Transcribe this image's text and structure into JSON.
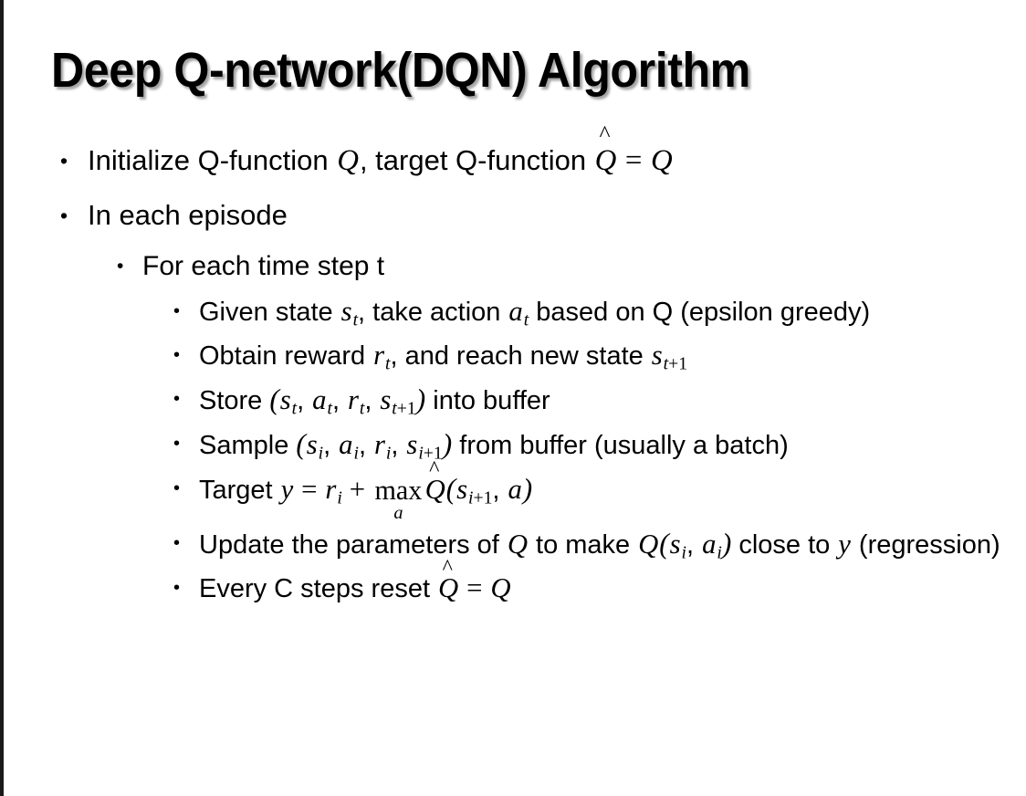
{
  "slide": {
    "title": "Deep Q-network(DQN) Algorithm",
    "background_color": "#ffffff",
    "text_color": "#000000",
    "left_border_color": "#1a1a1a",
    "bullet_glyph": "•"
  },
  "bullets": [
    {
      "level": 1,
      "plain_text": "Initialize Q-function Q, target Q-function Q̂ = Q",
      "segments": [
        {
          "kind": "text",
          "value": "Initialize Q-function "
        },
        {
          "kind": "var",
          "value": "Q"
        },
        {
          "kind": "text",
          "value": ", target Q-function "
        },
        {
          "kind": "var-hat",
          "value": "Q"
        },
        {
          "kind": "op",
          "value": "="
        },
        {
          "kind": "var",
          "value": "Q"
        }
      ]
    },
    {
      "level": 1,
      "plain_text": "In each episode",
      "segments": [
        {
          "kind": "text",
          "value": "In each episode"
        }
      ]
    },
    {
      "level": 2,
      "plain_text": "For each time step t",
      "segments": [
        {
          "kind": "text",
          "value": "For each time step t"
        }
      ]
    },
    {
      "level": 3,
      "plain_text": "Given state s_t, take action a_t based on Q (epsilon greedy)",
      "segments": [
        {
          "kind": "text",
          "value": "Given state "
        },
        {
          "kind": "var-sub",
          "value": "s",
          "sub": "t"
        },
        {
          "kind": "text",
          "value": ", take action "
        },
        {
          "kind": "var-sub",
          "value": "a",
          "sub": "t"
        },
        {
          "kind": "text",
          "value": " based on Q (epsilon greedy)"
        }
      ]
    },
    {
      "level": 3,
      "plain_text": "Obtain reward r_t, and reach new state s_t+1",
      "segments": [
        {
          "kind": "text",
          "value": "Obtain reward "
        },
        {
          "kind": "var-sub",
          "value": "r",
          "sub": "t"
        },
        {
          "kind": "text",
          "value": ", and reach new state "
        },
        {
          "kind": "var-sub",
          "value": "s",
          "sub": "t",
          "sub_tail": "+1"
        }
      ]
    },
    {
      "level": 3,
      "plain_text": "Store (s_t, a_t, r_t, s_t+1) into buffer",
      "segments": [
        {
          "kind": "text",
          "value": "Store "
        },
        {
          "kind": "paren",
          "value": "("
        },
        {
          "kind": "var-sub",
          "value": "s",
          "sub": "t"
        },
        {
          "kind": "text",
          "value": ", "
        },
        {
          "kind": "var-sub",
          "value": "a",
          "sub": "t"
        },
        {
          "kind": "text",
          "value": ", "
        },
        {
          "kind": "var-sub",
          "value": "r",
          "sub": "t"
        },
        {
          "kind": "text",
          "value": ", "
        },
        {
          "kind": "var-sub",
          "value": "s",
          "sub": "t",
          "sub_tail": "+1"
        },
        {
          "kind": "paren",
          "value": ")"
        },
        {
          "kind": "text",
          "value": " into buffer"
        }
      ]
    },
    {
      "level": 3,
      "plain_text": "Sample (s_i, a_i, r_i, s_i+1) from buffer (usually a batch)",
      "segments": [
        {
          "kind": "text",
          "value": "Sample "
        },
        {
          "kind": "paren",
          "value": "("
        },
        {
          "kind": "var-sub",
          "value": "s",
          "sub": "i"
        },
        {
          "kind": "text",
          "value": ", "
        },
        {
          "kind": "var-sub",
          "value": "a",
          "sub": "i"
        },
        {
          "kind": "text",
          "value": ", "
        },
        {
          "kind": "var-sub",
          "value": "r",
          "sub": "i"
        },
        {
          "kind": "text",
          "value": ", "
        },
        {
          "kind": "var-sub",
          "value": "s",
          "sub": "i",
          "sub_tail": "+1"
        },
        {
          "kind": "paren",
          "value": ")"
        },
        {
          "kind": "text",
          "value": " from buffer (usually a batch)"
        }
      ]
    },
    {
      "level": 3,
      "plain_text": "Target y = r_i + max_a Q̂(s_i+1, a)",
      "segments": [
        {
          "kind": "text",
          "value": "Target "
        },
        {
          "kind": "var",
          "value": "y"
        },
        {
          "kind": "op",
          "value": "="
        },
        {
          "kind": "var-sub",
          "value": "r",
          "sub": "i"
        },
        {
          "kind": "op",
          "value": "+"
        },
        {
          "kind": "limit-op",
          "value": "max",
          "under": "a"
        },
        {
          "kind": "var-hat",
          "value": "Q"
        },
        {
          "kind": "paren",
          "value": "("
        },
        {
          "kind": "var-sub",
          "value": "s",
          "sub": "i",
          "sub_tail": "+1"
        },
        {
          "kind": "text",
          "value": ", "
        },
        {
          "kind": "var",
          "value": "a"
        },
        {
          "kind": "paren",
          "value": ")"
        }
      ]
    },
    {
      "level": 3,
      "plain_text": "Update the parameters of Q to make Q(s_i, a_i) close to y (regression)",
      "segments": [
        {
          "kind": "text",
          "value": "Update the parameters of "
        },
        {
          "kind": "var",
          "value": "Q"
        },
        {
          "kind": "text",
          "value": " to make "
        },
        {
          "kind": "var",
          "value": "Q"
        },
        {
          "kind": "paren",
          "value": "("
        },
        {
          "kind": "var-sub",
          "value": "s",
          "sub": "i"
        },
        {
          "kind": "text",
          "value": ", "
        },
        {
          "kind": "var-sub",
          "value": "a",
          "sub": "i"
        },
        {
          "kind": "paren",
          "value": ")"
        },
        {
          "kind": "text",
          "value": " close to "
        },
        {
          "kind": "var",
          "value": "y"
        },
        {
          "kind": "text",
          "value": " (regression)"
        }
      ]
    },
    {
      "level": 3,
      "plain_text": "Every C steps reset Q̂ = Q",
      "segments": [
        {
          "kind": "text",
          "value": "Every C steps reset "
        },
        {
          "kind": "var-hat",
          "value": "Q"
        },
        {
          "kind": "op",
          "value": "="
        },
        {
          "kind": "var",
          "value": "Q"
        }
      ]
    }
  ]
}
